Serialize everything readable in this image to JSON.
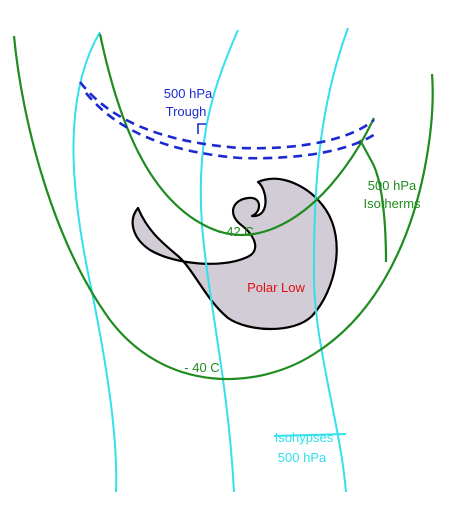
{
  "labels": {
    "trough_line1": "500 hPa",
    "trough_line2": "Trough",
    "isotherms_line1": "500 hPa",
    "isotherms_line2": "Isotherms",
    "temp_inner": "- 42 C",
    "temp_outer": "- 40 C",
    "polar_low": "Polar Low",
    "isohypses_line1": "Isohypses",
    "isohypses_line2": "500 hPa"
  },
  "colors": {
    "isohypse": "#33e0ee",
    "isotherm": "#1e8c1e",
    "trough": "#1a2ad0",
    "polar_low_fill": "#d2ccd6",
    "polar_low_outline": "#000000",
    "polar_low_text": "#e01010"
  }
}
